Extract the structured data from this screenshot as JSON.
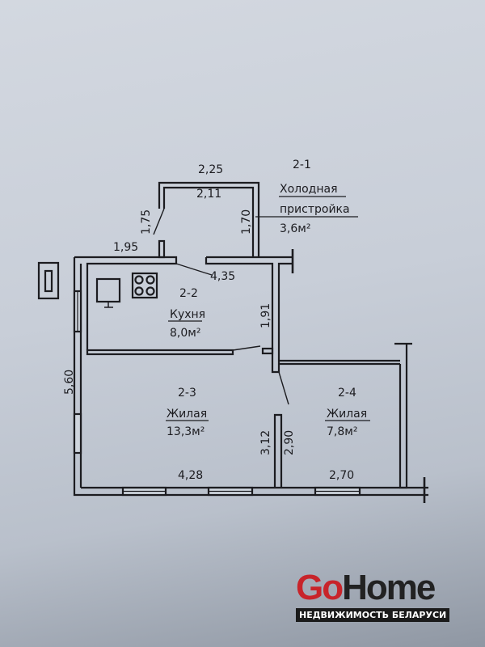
{
  "plan": {
    "rooms": [
      {
        "id": "2-1",
        "name_line1": "Холодная",
        "name_line2": "пристройка",
        "area": "3,6м²"
      },
      {
        "id": "2-2",
        "name": "Кухня",
        "area": "8,0м²"
      },
      {
        "id": "2-3",
        "name": "Жилая",
        "area": "13,3м²"
      },
      {
        "id": "2-4",
        "name": "Жилая",
        "area": "7,8м²"
      }
    ],
    "dimensions": {
      "porch_outer_top": "2,25",
      "porch_inner_top": "2,11",
      "porch_left": "1,75",
      "porch_right": "1,70",
      "kitchen_top_left": "1,95",
      "kitchen_width": "4,35",
      "kitchen_depth": "1,91",
      "left_total": "5,60",
      "room3_width": "4,28",
      "room3_depth": "3,12",
      "room4_depth": "2,90",
      "room4_width": "2,70"
    }
  },
  "logo": {
    "go": "Go",
    "home": "Home",
    "tagline": "НЕДВИЖИМОСТЬ БЕЛАРУСИ"
  },
  "colors": {
    "wall": "#1c1c20",
    "brand_red": "#c8242a"
  }
}
